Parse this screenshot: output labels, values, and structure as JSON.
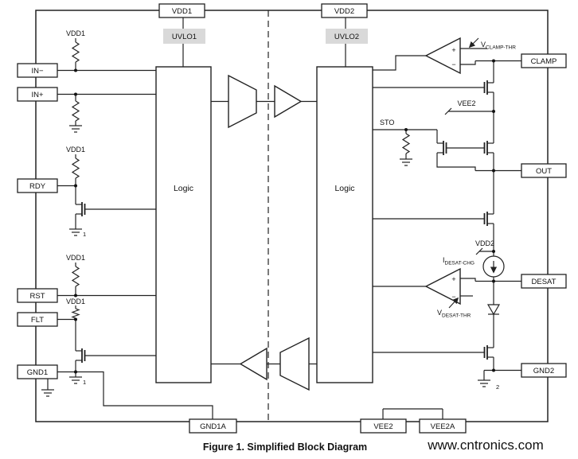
{
  "figure": {
    "caption": "Figure 1. Simplified Block Diagram",
    "watermark": "www.cntronics.com"
  },
  "pins": {
    "vdd1": "VDD1",
    "vdd2": "VDD2",
    "in_minus": "IN−",
    "in_plus": "IN+",
    "rdy": "RDY",
    "rst": "RST",
    "flt": "FLT",
    "gnd1": "GND1",
    "clamp": "CLAMP",
    "out": "OUT",
    "desat": "DESAT",
    "gnd2": "GND2",
    "gnd1a": "GND1A",
    "vee2": "VEE2",
    "vee2a": "VEE2A"
  },
  "blocks": {
    "uvlo1": "UVLO1",
    "uvlo2": "UVLO2",
    "logic_left": "Logic",
    "logic_right": "Logic"
  },
  "net_labels": {
    "vdd1": "VDD1",
    "vee2": "VEE2",
    "vdd2": "VDD2",
    "sto": "STO",
    "pad1": "1",
    "pad2": "2"
  },
  "signals": {
    "v_clamp_thr": {
      "prefix": "V",
      "sub": "CLAMP-THR"
    },
    "v_desat_thr": {
      "prefix": "V",
      "sub": "DESAT-THR"
    },
    "i_desat_chg": {
      "prefix": "I",
      "sub": "DESAT-CHG"
    }
  },
  "comparator": {
    "plus": "+",
    "minus": "−"
  },
  "colors": {
    "watermark": "#9cc93f",
    "block_fill": "#d9d9d9"
  }
}
